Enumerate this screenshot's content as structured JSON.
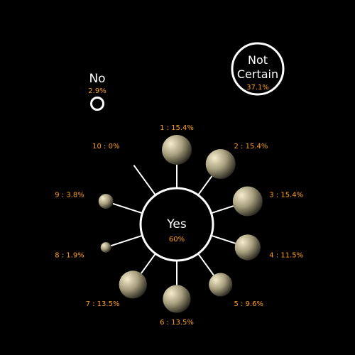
{
  "colors": {
    "background": "#000000",
    "ring": "#ffffff",
    "percent_text": "#ff9f1a",
    "bubble_light": "#f5eccb",
    "bubble_dark": "#0e0e0a"
  },
  "chart_data": {
    "type": "bubble-radial",
    "title": "",
    "answers": [
      {
        "label": "Yes",
        "percent_label": "60%",
        "value": 60
      },
      {
        "label": "No",
        "percent_label": "2.9%",
        "value": 2.9
      },
      {
        "label": "Not Certain",
        "label_lines": [
          "Not",
          "Certain"
        ],
        "percent_label": "37.1%",
        "value": 37.1
      }
    ],
    "yes_breakdown": [
      {
        "index": 1,
        "label": "1 : 15.4%",
        "value": 15.4
      },
      {
        "index": 2,
        "label": "2 : 15.4%",
        "value": 15.4
      },
      {
        "index": 3,
        "label": "3 : 15.4%",
        "value": 15.4
      },
      {
        "index": 4,
        "label": "4 : 11.5%",
        "value": 11.5
      },
      {
        "index": 5,
        "label": "5 : 9.6%",
        "value": 9.6
      },
      {
        "index": 6,
        "label": "6 : 13.5%",
        "value": 13.5
      },
      {
        "index": 7,
        "label": "7 : 13.5%",
        "value": 13.5
      },
      {
        "index": 8,
        "label": "8 : 1.9%",
        "value": 1.9
      },
      {
        "index": 9,
        "label": "9 : 3.8%",
        "value": 3.8
      },
      {
        "index": 10,
        "label": "10 : 0%",
        "value": 0
      }
    ]
  }
}
